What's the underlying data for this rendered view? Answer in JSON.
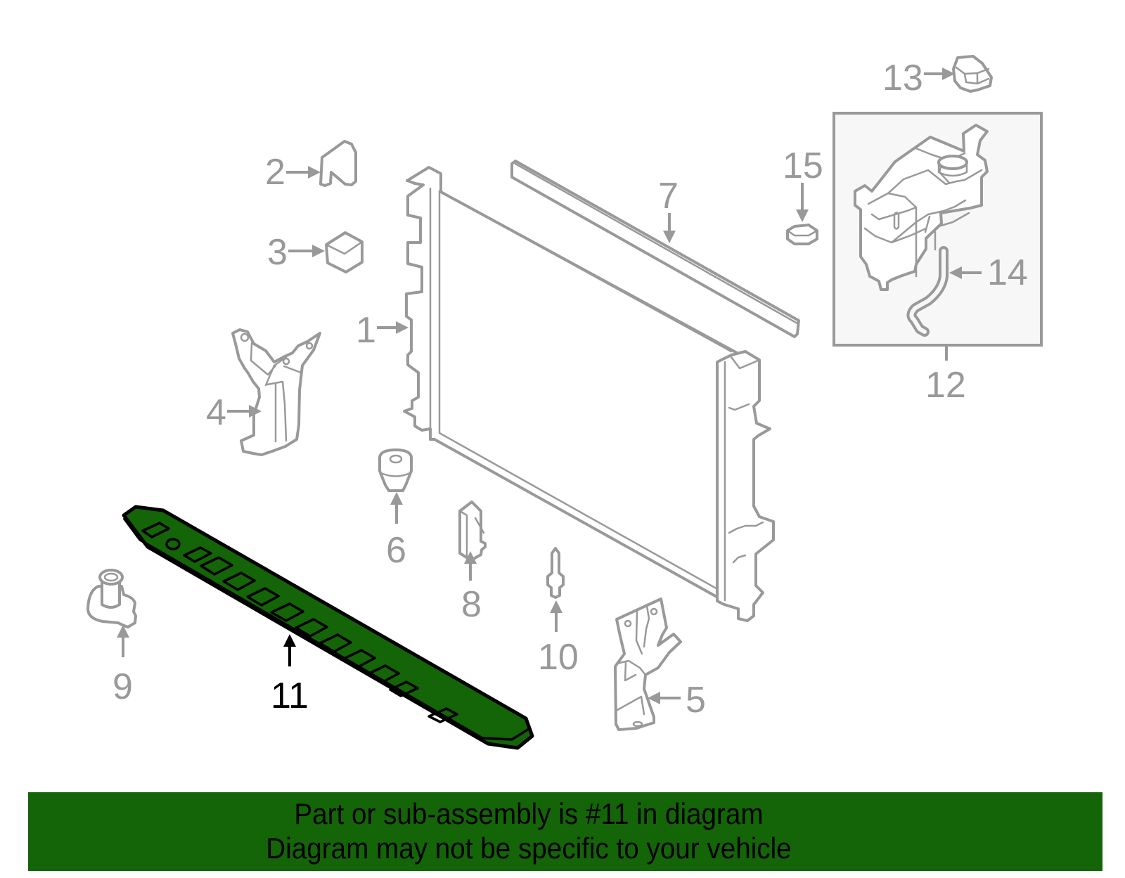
{
  "diagram": {
    "highlight_color": "#146408",
    "line_color": "#999999",
    "highlighted_part": "11",
    "callouts": [
      {
        "id": "1",
        "label": "1",
        "part": "radiator"
      },
      {
        "id": "2",
        "label": "2",
        "part": "upper-mount-bracket"
      },
      {
        "id": "3",
        "label": "3",
        "part": "insulator"
      },
      {
        "id": "4",
        "label": "4",
        "part": "left-side-bracket"
      },
      {
        "id": "5",
        "label": "5",
        "part": "right-side-bracket"
      },
      {
        "id": "6",
        "label": "6",
        "part": "lower-insulator"
      },
      {
        "id": "7",
        "label": "7",
        "part": "upper-seal"
      },
      {
        "id": "8",
        "label": "8",
        "part": "clip"
      },
      {
        "id": "9",
        "label": "9",
        "part": "push-pin"
      },
      {
        "id": "10",
        "label": "10",
        "part": "drain-plug"
      },
      {
        "id": "11",
        "label": "11",
        "part": "lower-air-deflector"
      },
      {
        "id": "12",
        "label": "12",
        "part": "coolant-reservoir-assembly"
      },
      {
        "id": "13",
        "label": "13",
        "part": "reservoir-cap"
      },
      {
        "id": "14",
        "label": "14",
        "part": "reservoir-hose"
      },
      {
        "id": "15",
        "label": "15",
        "part": "nut"
      }
    ]
  },
  "banner": {
    "line1": "Part or sub-assembly is #11 in diagram",
    "line2": "Diagram may not be specific to your vehicle"
  }
}
